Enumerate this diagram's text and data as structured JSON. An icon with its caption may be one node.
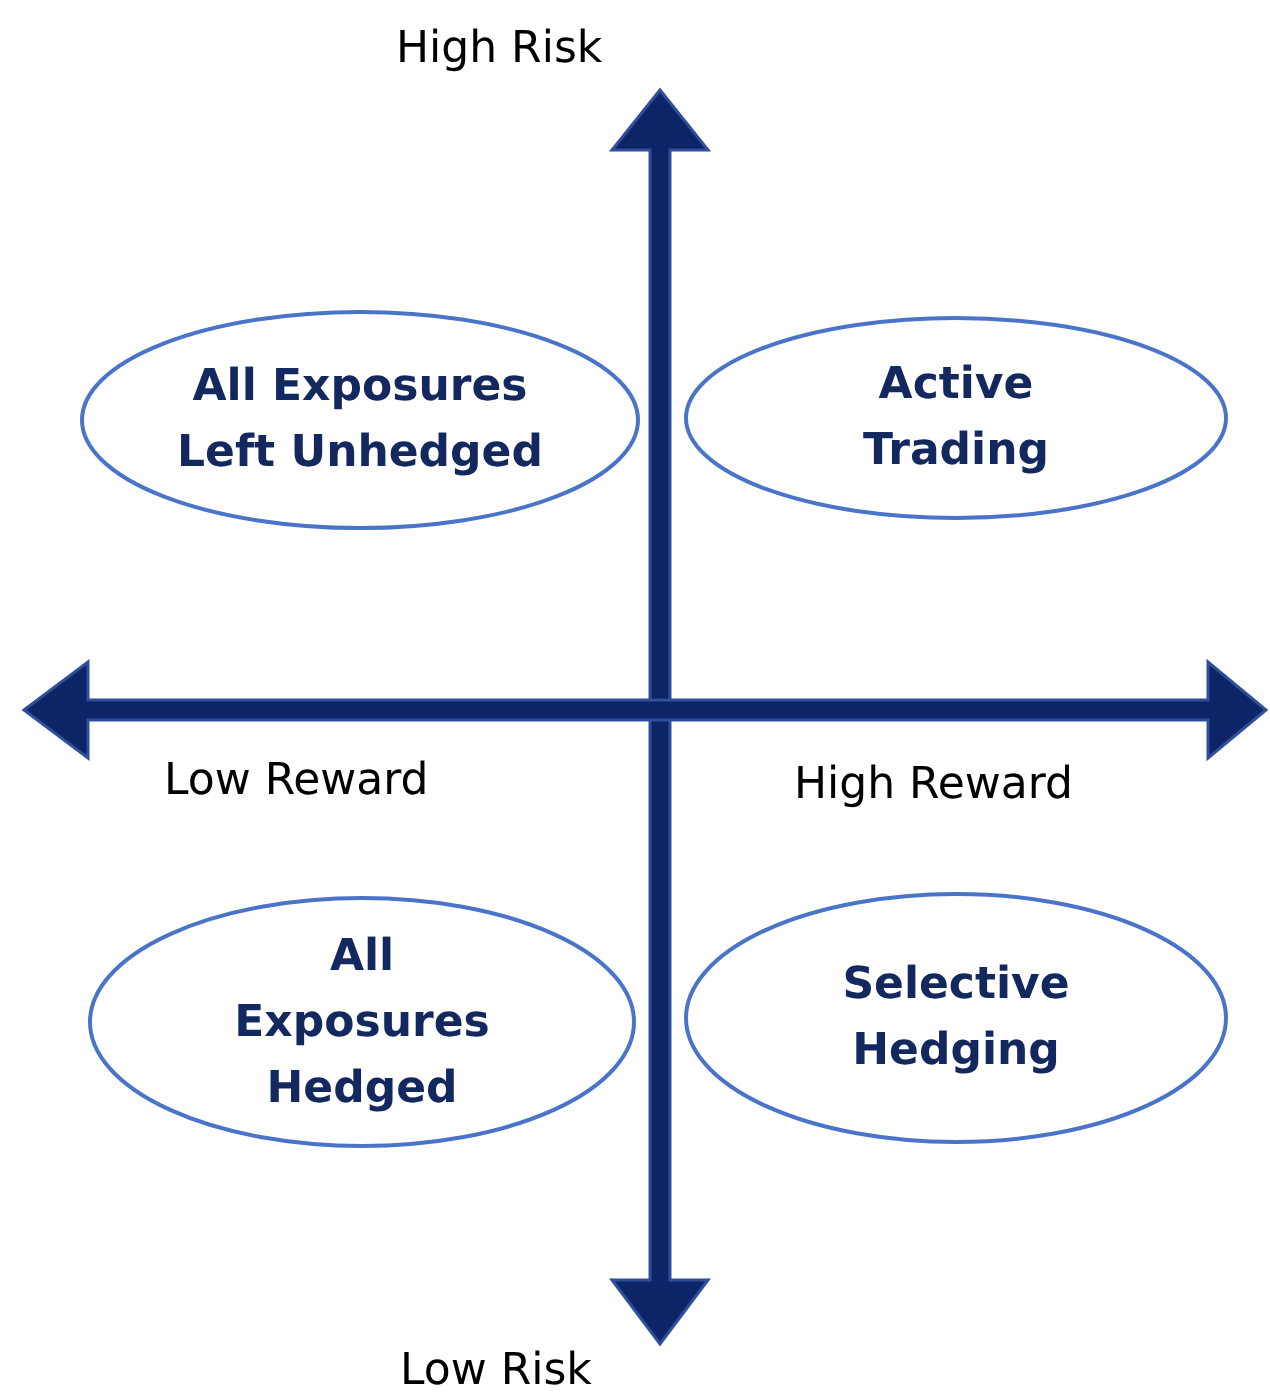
{
  "diagram": {
    "nodes": [
      {
        "text": [
          "All Exposures Left Unhedged"
        ]
      },
      {
        "text": [
          "Active Trading"
        ]
      },
      {
        "text": [
          "All Exposures Hedged"
        ]
      },
      {
        "text": [
          "Selective Hedging"
        ]
      }
    ],
    "labels": [
      "High Risk",
      "Low Reward",
      "High Reward",
      "Low Risk"
    ]
  }
}
